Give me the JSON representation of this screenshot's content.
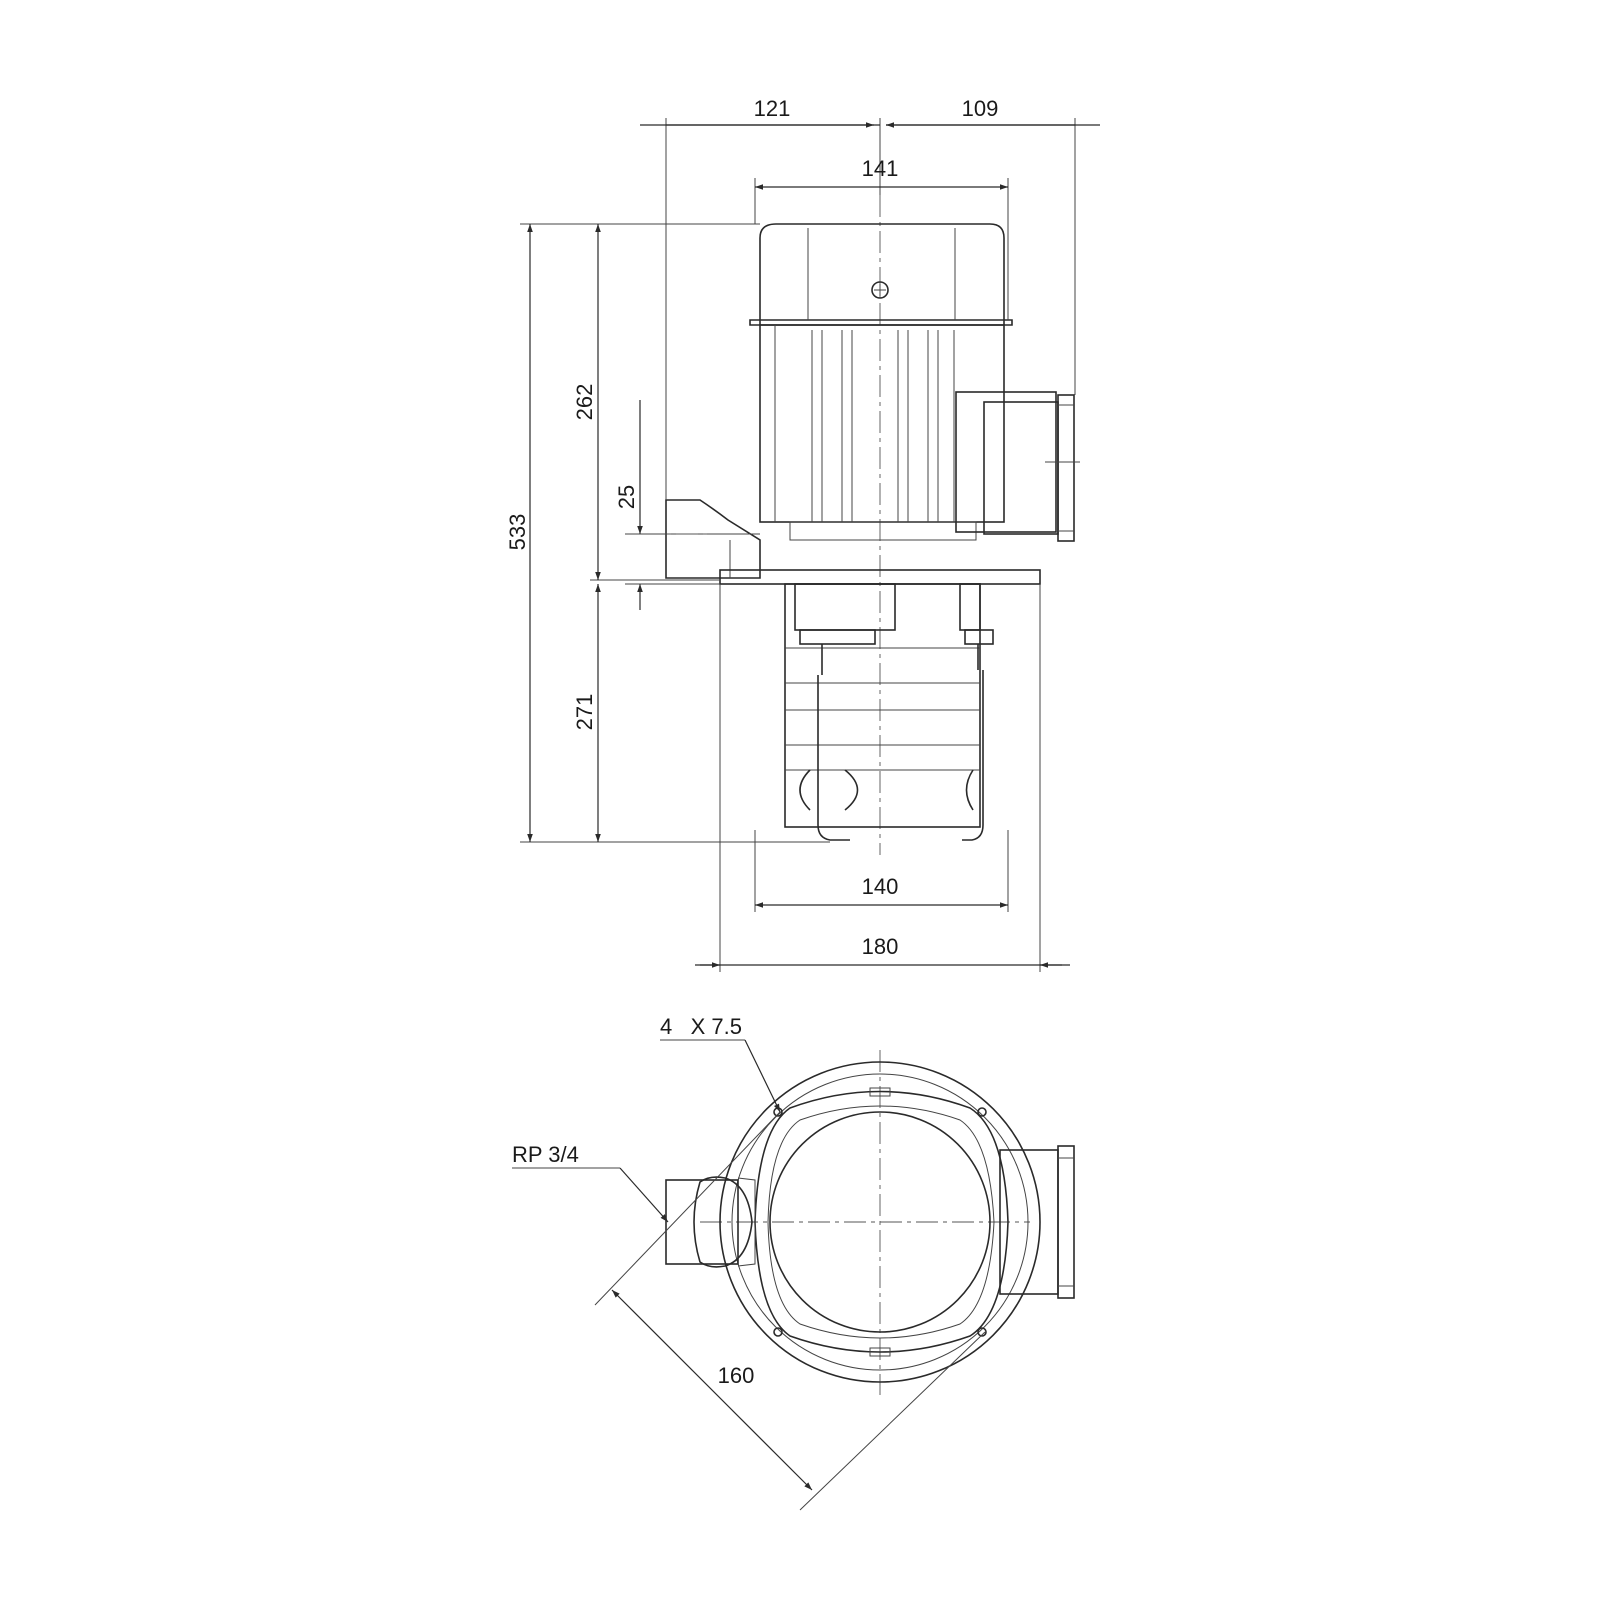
{
  "dimensions": {
    "top_left_width": "121",
    "top_right_width": "109",
    "motor_width": "141",
    "total_height": "533",
    "motor_height": "262",
    "outlet_offset": "25",
    "pump_height": "271",
    "pump_width": "140",
    "base_width": "180",
    "holes_label": "4   X 7.5",
    "pipe_label": "RP 3/4",
    "bolt_circle": "160"
  }
}
